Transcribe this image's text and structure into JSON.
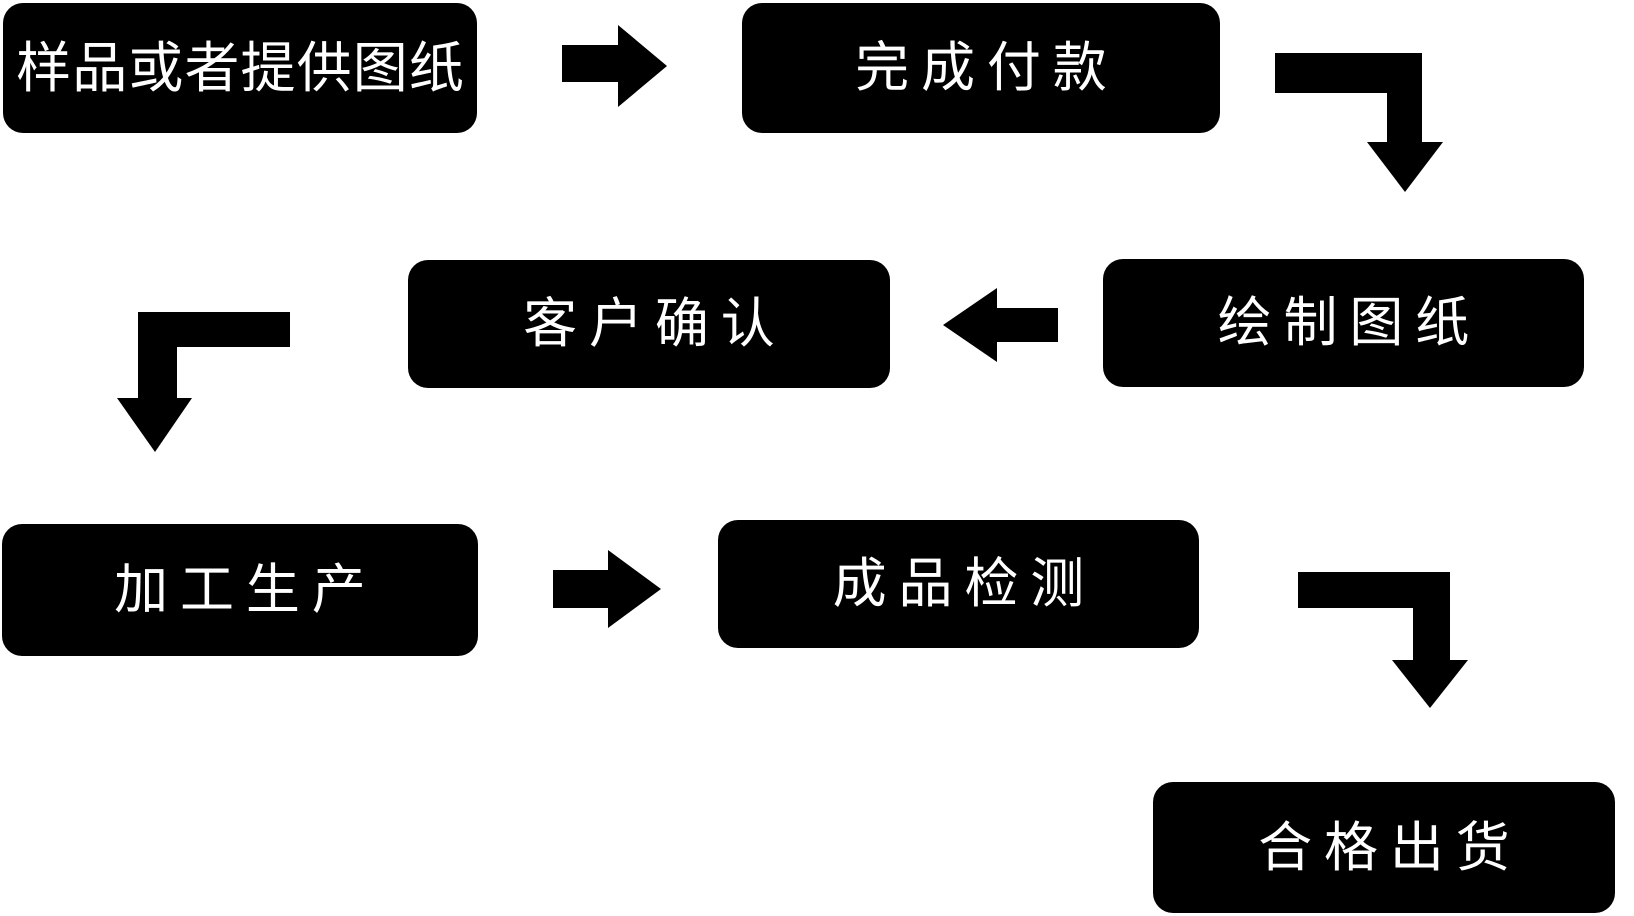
{
  "diagram": {
    "type": "flowchart",
    "colors": {
      "background": "#ffffff",
      "node_fill": "#000000",
      "node_text": "#ffffff",
      "arrow": "#000000"
    },
    "nodes": [
      {
        "id": "sample-or-drawings",
        "label": "样品或者提供图纸"
      },
      {
        "id": "complete-payment",
        "label": "完成付款"
      },
      {
        "id": "draw-drawings",
        "label": "绘制图纸"
      },
      {
        "id": "customer-confirmation",
        "label": "客户确认"
      },
      {
        "id": "processing-production",
        "label": "加工生产"
      },
      {
        "id": "product-inspection",
        "label": "成品检测"
      },
      {
        "id": "qualified-shipment",
        "label": "合格出货"
      }
    ],
    "arrows": [
      {
        "from": "样品或者提供图纸",
        "to": "完成付款",
        "shape": "right"
      },
      {
        "from": "完成付款",
        "to": "绘制图纸",
        "shape": "right-then-down"
      },
      {
        "from": "绘制图纸",
        "to": "客户确认",
        "shape": "left"
      },
      {
        "from": "客户确认",
        "to": "加工生产",
        "shape": "left-then-down"
      },
      {
        "from": "加工生产",
        "to": "成品检测",
        "shape": "right"
      },
      {
        "from": "成品检测",
        "to": "合格出货",
        "shape": "right-then-down"
      }
    ]
  }
}
